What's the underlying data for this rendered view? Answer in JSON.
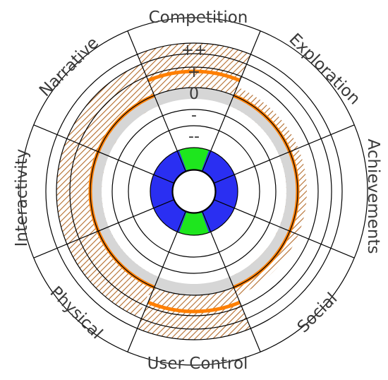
{
  "dimensions": [
    {
      "key": "competition",
      "label": "Competition"
    },
    {
      "key": "exploration",
      "label": "Exploration"
    },
    {
      "key": "achievements",
      "label": "Achievements"
    },
    {
      "key": "social",
      "label": "Social"
    },
    {
      "key": "user_control",
      "label": "User Control"
    },
    {
      "key": "physical",
      "label": "Physical"
    },
    {
      "key": "interactivity",
      "label": "Interactivity"
    },
    {
      "key": "narrative",
      "label": "Narrative"
    }
  ],
  "scale_labels": {
    "plus_plus": "++",
    "plus": "+",
    "zero": "0",
    "minus": "-",
    "minus_minus": "--"
  },
  "inner_ring_segments": [
    {
      "dimension": "competition",
      "color": "#2a2ff2"
    },
    {
      "dimension": "exploration",
      "color": "#2a2ff2"
    },
    {
      "dimension": "achievements",
      "color": "#2a2ff2"
    },
    {
      "dimension": "social",
      "color": "#2a2ff2"
    },
    {
      "dimension": "user_control",
      "color": "#2a2ff2"
    },
    {
      "dimension": "physical",
      "color": "#2a2ff2"
    },
    {
      "dimension": "interactivity",
      "color": "#2a2ff2"
    },
    {
      "dimension": "narrative",
      "color": "#2a2ff2"
    }
  ],
  "highlight_segments": [
    {
      "name": "top",
      "color": "#1ee61e"
    },
    {
      "name": "bottom",
      "color": "#1ee61e"
    }
  ],
  "colors": {
    "orange": "#ff7f00",
    "hatch": "#b36b2a",
    "gray_band": "#d6d6d6",
    "lines": "#000000"
  }
}
